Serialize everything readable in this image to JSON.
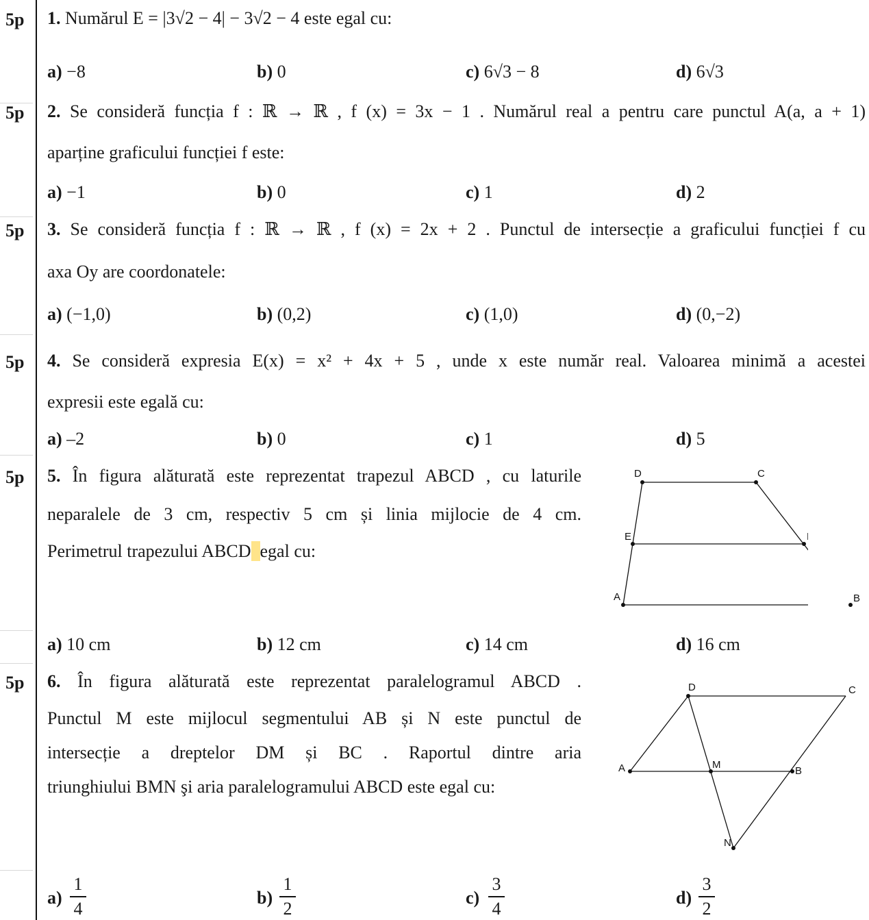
{
  "points_label": "5p",
  "q1": {
    "num": "1.",
    "text": "Numărul  E = |3√2 − 4| − 3√2 − 4  este egal cu:",
    "answers": [
      {
        "letter": "a)",
        "value": "−8"
      },
      {
        "letter": "b)",
        "value": "0"
      },
      {
        "letter": "c)",
        "value": "6√3 − 8"
      },
      {
        "letter": "d)",
        "value": "6√3"
      }
    ]
  },
  "q2": {
    "num": "2.",
    "line1": "Se consideră funcția  f : ℝ → ℝ ,  f (x) = 3x − 1 . Numărul real a pentru care punctul A(a, a + 1)",
    "line2": "aparține graficului funcției  f  este:",
    "answers": [
      {
        "letter": "a)",
        "value": "−1"
      },
      {
        "letter": "b)",
        "value": "0"
      },
      {
        "letter": "c)",
        "value": "1"
      },
      {
        "letter": "d)",
        "value": "2"
      }
    ]
  },
  "q3": {
    "num": "3.",
    "line1": "Se consideră funcția  f : ℝ → ℝ ,  f (x) = 2x + 2 . Punctul de intersecție a graficului funcției  f  cu",
    "line2": "axa  Oy  are coordonatele:",
    "answers": [
      {
        "letter": "a)",
        "value": "(−1,0)"
      },
      {
        "letter": "b)",
        "value": "(0,2)"
      },
      {
        "letter": "c)",
        "value": "(1,0)"
      },
      {
        "letter": "d)",
        "value": "(0,−2)"
      }
    ]
  },
  "q4": {
    "num": "4.",
    "line1": "Se consideră expresia  E(x) = x² + 4x + 5 , unde  x  este număr real. Valoarea minimă a acestei",
    "line2": "expresii este egală cu:",
    "answers": [
      {
        "letter": "a)",
        "value": "–2"
      },
      {
        "letter": "b)",
        "value": "0"
      },
      {
        "letter": "c)",
        "value": "1"
      },
      {
        "letter": "d)",
        "value": "5"
      }
    ]
  },
  "q5": {
    "num": "5.",
    "line1": "În figura alăturată este reprezentat trapezul  ABCD , cu laturile",
    "line2": "neparalele de  3 cm, respectiv  5 cm și linia mijlocie de  4 cm.",
    "line3_a": "Perimetrul trapezului  ABCD",
    "line3_b": "egal cu:",
    "figure_labels": {
      "A": "A",
      "B": "B",
      "C": "C",
      "D": "D",
      "E": "E",
      "F": "F"
    },
    "answers": [
      {
        "letter": "a)",
        "value": "10 cm"
      },
      {
        "letter": "b)",
        "value": "12 cm"
      },
      {
        "letter": "c)",
        "value": "14 cm"
      },
      {
        "letter": "d)",
        "value": "16 cm"
      }
    ]
  },
  "q6": {
    "num": "6.",
    "line1": "În figura alăturată este reprezentat paralelogramul  ABCD .",
    "line2": "Punctul  M  este mijlocul segmentului  AB  și  N  este punctul de",
    "line3": "intersecție a dreptelor  DM  și  BC . Raportul dintre aria",
    "line4": "triunghiului  BMN  şi aria paralelogramului  ABCD  este egal cu:",
    "figure_labels": {
      "A": "A",
      "B": "B",
      "C": "C",
      "D": "D",
      "M": "M",
      "N": "N"
    },
    "answers": [
      {
        "letter": "a)",
        "num": "1",
        "den": "4"
      },
      {
        "letter": "b)",
        "num": "1",
        "den": "2"
      },
      {
        "letter": "c)",
        "num": "3",
        "den": "4"
      },
      {
        "letter": "d)",
        "num": "3",
        "den": "2"
      }
    ]
  }
}
